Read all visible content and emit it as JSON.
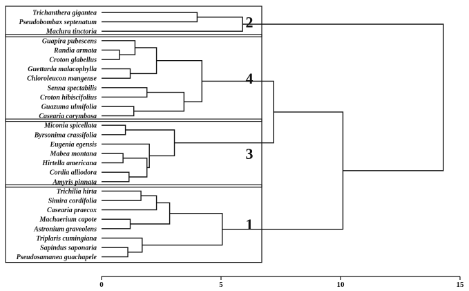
{
  "taxa": [
    "Trichanthera gigantea",
    "Pseudobombax septenatum",
    "Maclura tinctoria",
    "Guapira pubescens",
    "Randia armata",
    "Croton glabellus",
    "Guettarda malacophylla",
    "Chloroleucon mangense",
    "Senna spectabilis",
    "Croton hibiscifolius",
    "Guazuma ulmifolia",
    "Casearia corymbosa",
    "Miconia spicellata",
    "Byrsonima crassifolia",
    "Eugenia egensis",
    "Mabea montana",
    "Hirtella americana",
    "Cordia alliodora",
    "Amyris pinnata",
    "Trichilia hirta",
    "Simira cordifolia",
    "Casearia praecox",
    "Machaerium capote",
    "Astronium graveolens",
    "Triplaris cumingiana",
    "Sapindus saponaria",
    "Pseudosamanea guachapele"
  ],
  "clusters": [
    {
      "label": "2",
      "first": 0,
      "last": 2
    },
    {
      "label": "4",
      "first": 3,
      "last": 11
    },
    {
      "label": "3",
      "first": 12,
      "last": 18
    },
    {
      "label": "1",
      "first": 19,
      "last": 26
    }
  ],
  "axis": {
    "min": 0,
    "max": 15,
    "ticks": [
      {
        "value": 0,
        "label": "0"
      },
      {
        "value": 5,
        "label": "5"
      },
      {
        "value": 10,
        "label": "10"
      },
      {
        "value": 15,
        "label": "15"
      }
    ]
  },
  "merges": [
    {
      "id": "m1",
      "a": 0,
      "b": 1,
      "h": 4.0
    },
    {
      "id": "m2",
      "a": "m1",
      "b": 2,
      "h": 5.9
    },
    {
      "id": "m3",
      "a": 4,
      "b": 5,
      "h": 0.75
    },
    {
      "id": "m4",
      "a": 3,
      "b": "m3",
      "h": 1.4
    },
    {
      "id": "m5",
      "a": 6,
      "b": 7,
      "h": 1.2
    },
    {
      "id": "m6",
      "a": "m4",
      "b": "m5",
      "h": 2.3
    },
    {
      "id": "m7",
      "a": 8,
      "b": 9,
      "h": 1.9
    },
    {
      "id": "m8",
      "a": 10,
      "b": 11,
      "h": 1.35
    },
    {
      "id": "m9",
      "a": "m7",
      "b": "m8",
      "h": 3.45
    },
    {
      "id": "m10",
      "a": "m6",
      "b": "m9",
      "h": 4.2
    },
    {
      "id": "m11",
      "a": 12,
      "b": 13,
      "h": 1.0
    },
    {
      "id": "m12",
      "a": 15,
      "b": 16,
      "h": 0.9
    },
    {
      "id": "m13",
      "a": 17,
      "b": 18,
      "h": 1.15
    },
    {
      "id": "m14",
      "a": "m12",
      "b": "m13",
      "h": 1.9
    },
    {
      "id": "m15",
      "a": 14,
      "b": "m14",
      "h": 2.0
    },
    {
      "id": "m16",
      "a": "m11",
      "b": "m15",
      "h": 3.05
    },
    {
      "id": "m17",
      "a": "m10",
      "b": "m16",
      "h": 7.2
    },
    {
      "id": "m18",
      "a": 19,
      "b": 20,
      "h": 1.65
    },
    {
      "id": "m19",
      "a": "m18",
      "b": 21,
      "h": 2.3
    },
    {
      "id": "m20",
      "a": 22,
      "b": 23,
      "h": 1.2
    },
    {
      "id": "m21",
      "a": "m19",
      "b": "m20",
      "h": 2.85
    },
    {
      "id": "m22",
      "a": 25,
      "b": 26,
      "h": 1.1
    },
    {
      "id": "m23",
      "a": 24,
      "b": "m22",
      "h": 1.7
    },
    {
      "id": "m24",
      "a": "m21",
      "b": "m23",
      "h": 5.05
    },
    {
      "id": "m25",
      "a": "m17",
      "b": "m24",
      "h": 10.1
    },
    {
      "id": "m26",
      "a": "m2",
      "b": "m25",
      "h": 14.3
    }
  ]
}
